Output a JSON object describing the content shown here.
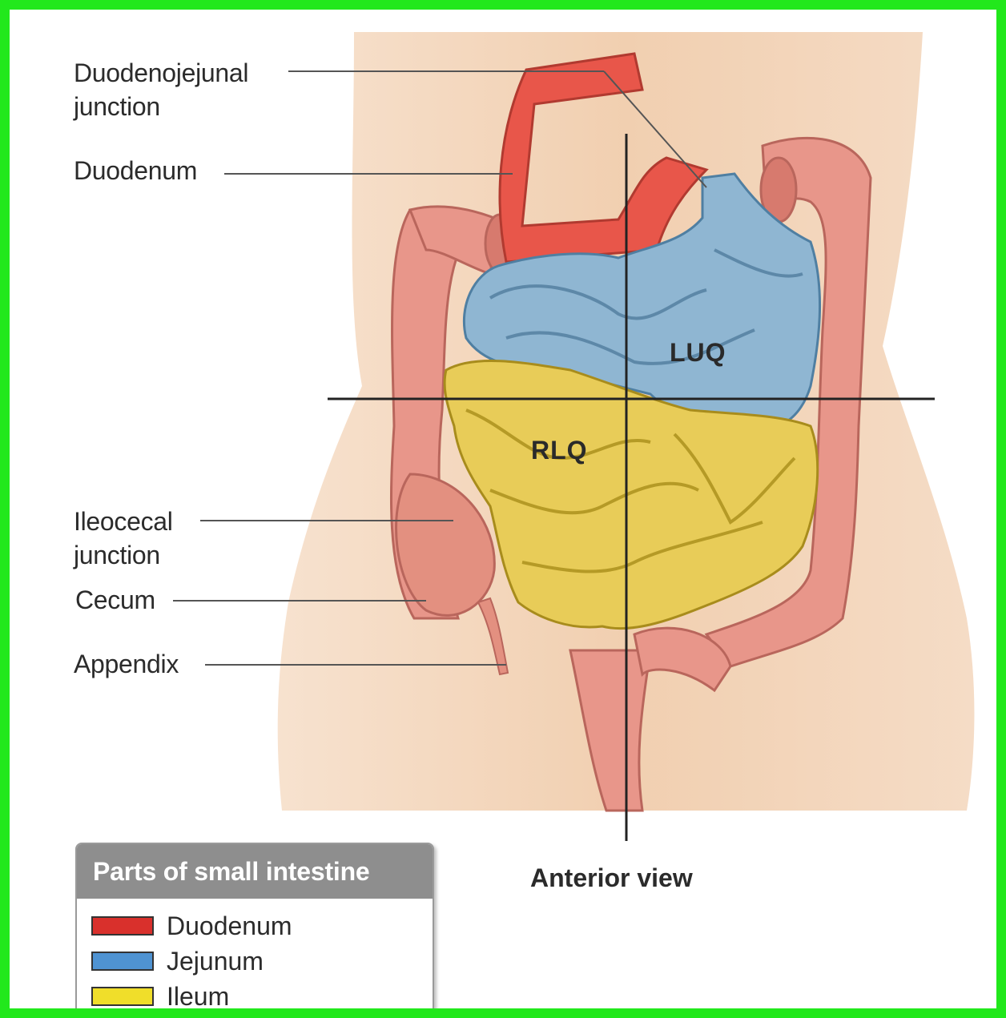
{
  "callouts": {
    "duodenojejunal_junction": "Duodenojejunal\njunction",
    "duodenum": "Duodenum",
    "ileocecal_junction": "Ileocecal\njunction",
    "cecum": "Cecum",
    "appendix": "Appendix"
  },
  "quadrants": {
    "luq": "LUQ",
    "rlq": "RLQ"
  },
  "view_caption": "Anterior view",
  "legend": {
    "title": "Parts of small intestine",
    "items": [
      {
        "label": "Duodenum",
        "color": "#d9302c"
      },
      {
        "label": "Jejunum",
        "color": "#4f93d2"
      },
      {
        "label": "Ileum",
        "color": "#f0de2a"
      }
    ]
  },
  "colors": {
    "frame": "#22e81c",
    "skin": "#f3d3b6",
    "large_intestine": "#e8968a",
    "duodenum": "#e8564a",
    "jejunum": "#8fb6d2",
    "ileum": "#e8cc58"
  }
}
